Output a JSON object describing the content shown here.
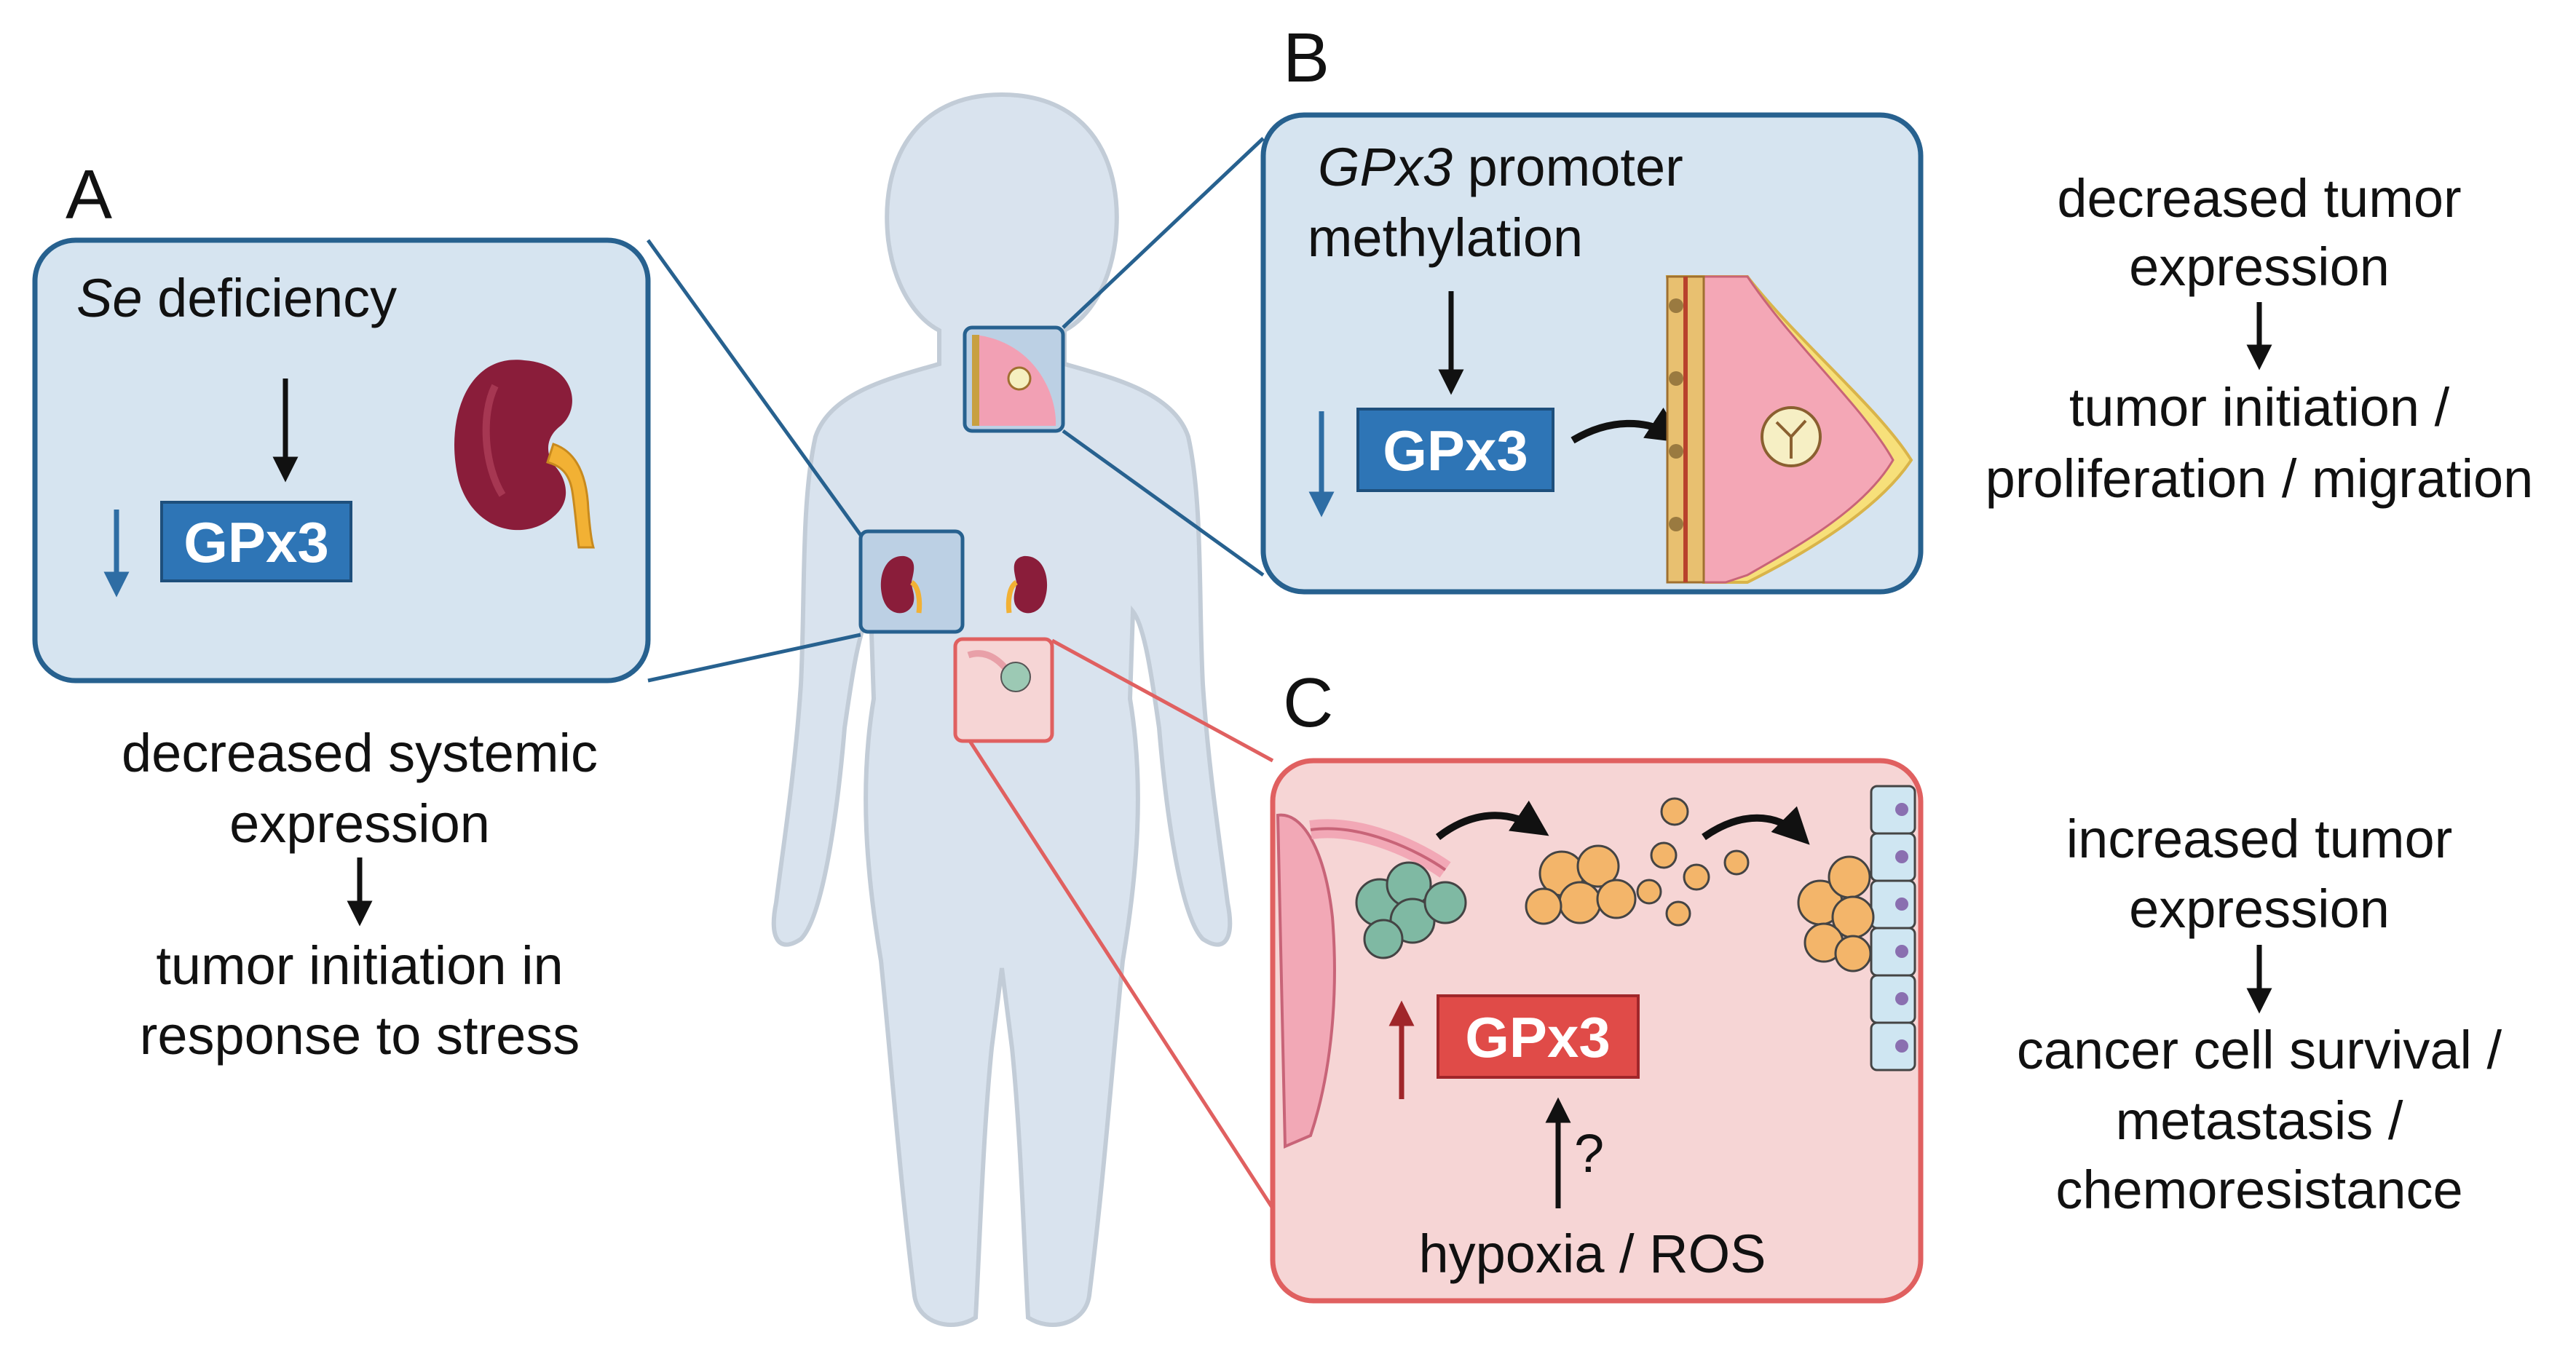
{
  "panel_letters": {
    "a": "A",
    "b": "B",
    "c": "C"
  },
  "panel_a": {
    "cause_italic": "Se",
    "cause_rest": " deficiency",
    "gene_label": "GPx3",
    "caption": [
      "decreased systemic",
      "expression"
    ],
    "outcome": [
      "tumor initiation in",
      "response to stress"
    ]
  },
  "panel_b": {
    "cause_italic": "GPx3",
    "cause_rest": " promoter",
    "cause_line2": "methylation",
    "gene_label": "GPx3",
    "caption": [
      "decreased tumor",
      "expression"
    ],
    "outcome": [
      "tumor initiation /",
      "proliferation / migration"
    ]
  },
  "panel_c": {
    "gene_label": "GPx3",
    "question_mark": "?",
    "inducer": "hypoxia / ROS",
    "caption": [
      "increased tumor",
      "expression"
    ],
    "outcome": [
      "cancer cell survival /",
      "metastasis /",
      "chemoresistance"
    ]
  },
  "colors": {
    "blue_border": "#27618f",
    "blue_fill": "#d6e4f0",
    "blue_box": "#2e75b6",
    "red_border": "#e06060",
    "red_fill": "#f6d5d5",
    "red_box": "#e04b48",
    "body": "#d9e3ee"
  },
  "icons": [
    "body-silhouette",
    "kidney-icon",
    "breast-tissue-icon",
    "ovary-tumor-icon",
    "cancer-cell-cluster-icon",
    "blood-vessel-wall-icon"
  ]
}
